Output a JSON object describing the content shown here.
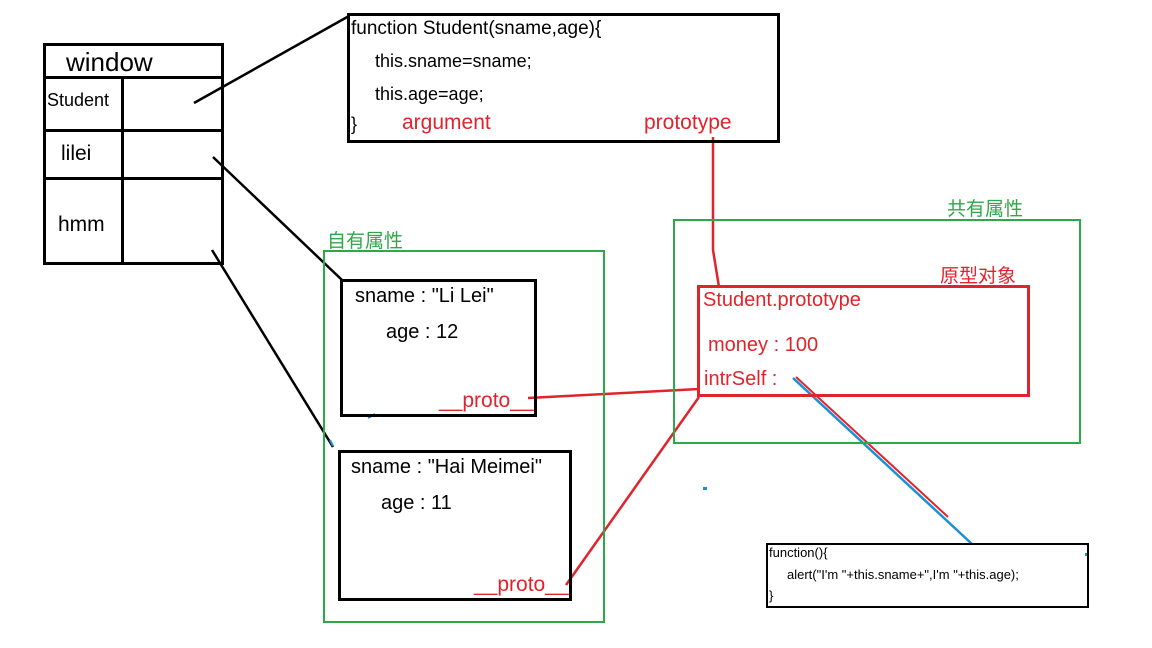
{
  "window_table": {
    "title": "window",
    "rows": [
      {
        "label": "Student"
      },
      {
        "label": "lilei"
      },
      {
        "label": "hmm"
      }
    ]
  },
  "constructor": {
    "line1": "function Student(sname,age){",
    "line2": "this.sname=sname;",
    "line3": "this.age=age;",
    "line4": "}",
    "argument_label": "argument",
    "prototype_label": "prototype"
  },
  "own_props": {
    "title": "自有属性"
  },
  "shared_props": {
    "title": "共有属性"
  },
  "lilei": {
    "sname": "sname : \"Li Lei\"",
    "age": "age : 12",
    "proto": "__proto__"
  },
  "hmm": {
    "sname": "sname : \"Hai Meimei\"",
    "age": "age : 11",
    "proto": "__proto__"
  },
  "prototype_object": {
    "caption": "原型对象",
    "title": "Student.prototype",
    "money": "money : 100",
    "intrSelf": "intrSelf :"
  },
  "method": {
    "line1": "function(){",
    "line2": "alert(\"I'm \"+this.sname+\",I'm \"+this.age);",
    "line3": "}"
  },
  "colors": {
    "black": "#000000",
    "red": "#e0242b",
    "green": "#2fa84a",
    "blue": "#1b8fd6"
  }
}
